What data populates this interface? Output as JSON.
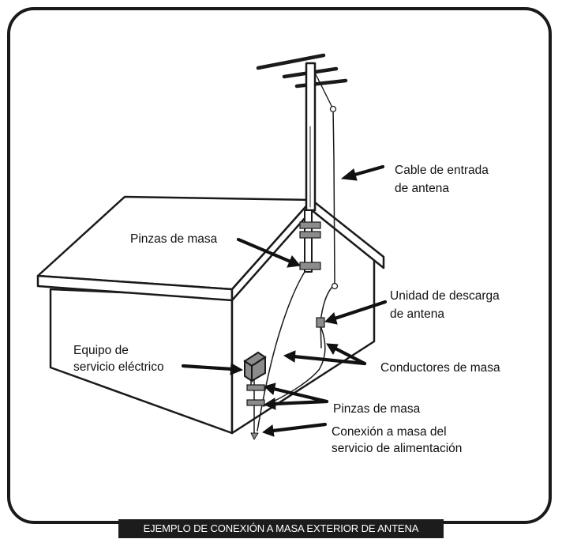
{
  "labels": {
    "cable_line1": "Cable de entrada",
    "cable_line2": "de antena",
    "clamps_top": "Pinzas de masa",
    "discharge_line1": "Unidad de descarga",
    "discharge_line2": "de antena",
    "service_line1": "Equipo de",
    "service_line2": "servicio eléctrico",
    "conductors": "Conductores de masa",
    "clamps_bottom": "Pinzas de masa",
    "power_line1": "Conexión a masa del",
    "power_line2": "servicio de alimentación"
  },
  "caption": "EJEMPLO DE CONEXIÓN A MASA EXTERIOR DE ANTENA",
  "colors": {
    "line": "#1a1a1a",
    "clamp": "#8c8c8c",
    "caption_bg": "#1c1c1c",
    "caption_text": "#ffffff"
  }
}
